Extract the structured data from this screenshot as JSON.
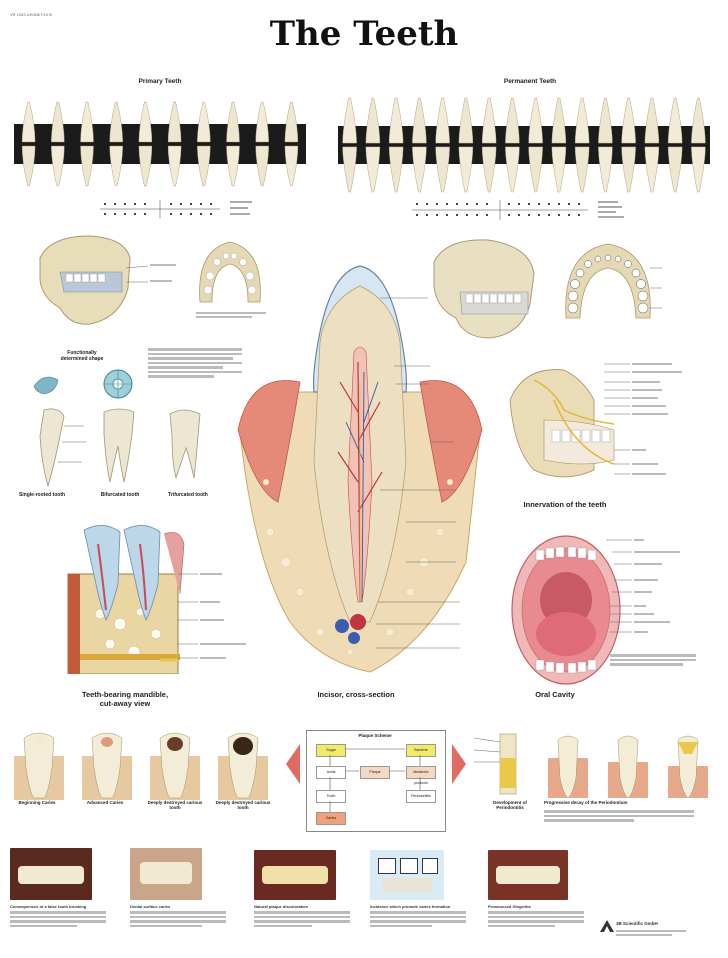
{
  "header": {
    "catalog_code": "VR 1263 UH/5/8/7/19 B",
    "title": "The Teeth"
  },
  "sections": {
    "primary_teeth": "Primary Teeth",
    "permanent_teeth": "Permanent Teeth",
    "functional_shape": "Functionally determined shape",
    "single_rooted": "Single-rooted tooth",
    "bifurcated": "Bifurcated tooth",
    "trifurcated": "Trifurcated tooth",
    "mandible_cutaway_line1": "Teeth-bearing mandible,",
    "mandible_cutaway_line2": "cut-away view",
    "incisor_cross_section": "Incisor, cross-section",
    "innervation": "Innervation of the teeth",
    "oral_cavity": "Oral Cavity",
    "plaque_scheme": "Plaque Scheme"
  },
  "caries": {
    "beginning": "Beginning Caries",
    "advanced": "Advanced Caries",
    "deeply_destroyed_1": "Deeply destroyed carious tooth",
    "deeply_destroyed_2": "Deeply destroyed carious tooth"
  },
  "periodontium": {
    "development": "Development of Periodontitis",
    "progressive_decay": "Progressive decay of the Periodontium"
  },
  "photos": {
    "p1": "Consequences of a false tooth brushing",
    "p2": "Dental surface caries",
    "p3": "Natural plaque discoloration",
    "p4": "Incidence which promote caries formation",
    "p5": "Pronounced Gingivitis"
  },
  "plaque": {
    "sugar": "Sugar",
    "bacteria": "Bacteria",
    "acids": "Acids",
    "plaque": "Plaque",
    "tooth": "Tooth",
    "caries": "Caries",
    "periodontitis": "Periodontitis",
    "metabolic": "Metabolic products"
  },
  "publisher": "3B Scientific GmbH",
  "colors": {
    "band": "#1b1b1b",
    "enamel": "#eeeade",
    "dentin": "#e9dcc0",
    "gum": "#e58a78",
    "bone": "#efdcb6",
    "pulp": "#c94a52",
    "crown_blue": "#bcd6ea"
  }
}
